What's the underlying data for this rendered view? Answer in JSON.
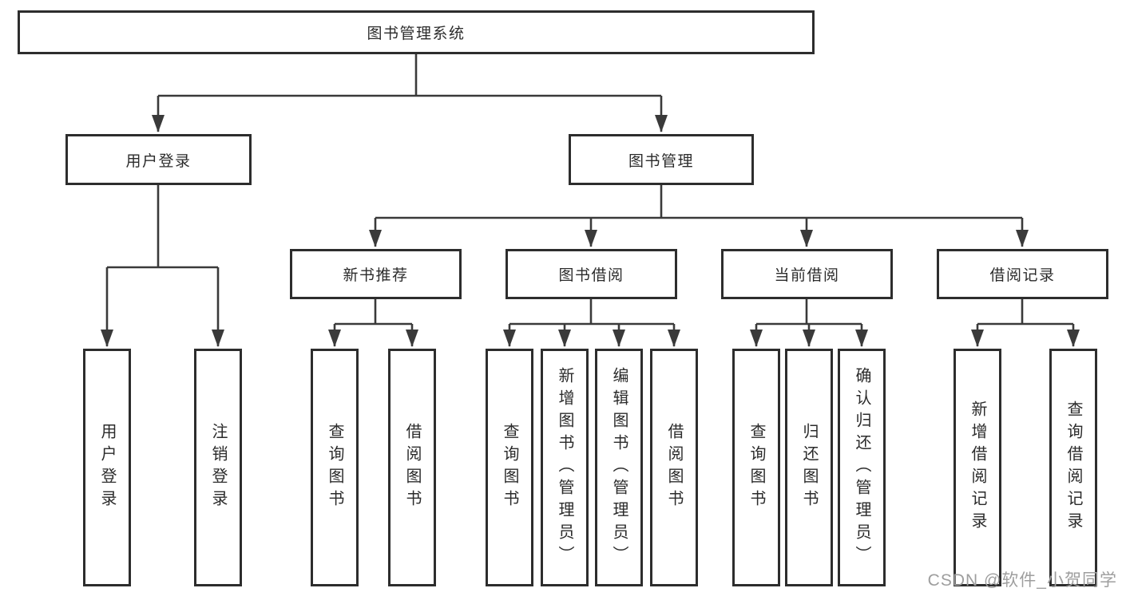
{
  "diagram": {
    "root": {
      "label": "图书管理系统"
    },
    "branches": [
      {
        "label": "用户登录",
        "children": [
          {
            "label": "用户登录"
          },
          {
            "label": "注销登录"
          }
        ]
      },
      {
        "label": "图书管理",
        "children": [
          {
            "label": "新书推荐",
            "children": [
              {
                "label": "查询图书"
              },
              {
                "label": "借阅图书"
              }
            ]
          },
          {
            "label": "图书借阅",
            "children": [
              {
                "label": "查询图书"
              },
              {
                "label": "新增图书（管理员）"
              },
              {
                "label": "编辑图书（管理员）"
              },
              {
                "label": "借阅图书"
              }
            ]
          },
          {
            "label": "当前借阅",
            "children": [
              {
                "label": "查询图书"
              },
              {
                "label": "归还图书"
              },
              {
                "label": "确认归还（管理员）"
              }
            ]
          },
          {
            "label": "借阅记录",
            "children": [
              {
                "label": "新增借阅记录"
              },
              {
                "label": "查询借阅记录"
              }
            ]
          }
        ]
      }
    ]
  },
  "watermark": "CSDN @软件_小贺同学",
  "colors": {
    "line": "#3a3a3a",
    "border": "#2d2d2d",
    "text": "#2b2b2b",
    "watermark": "#9e9e9e"
  }
}
